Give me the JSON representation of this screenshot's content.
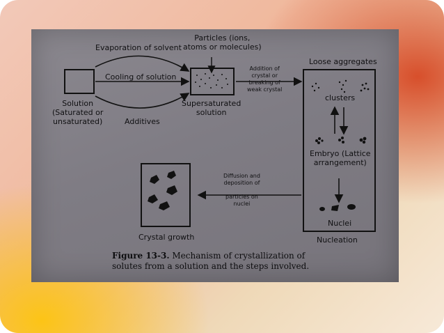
{
  "labels": {
    "evaporation": "Evaporation of solvent",
    "particles": "Particles (ions,\natoms or molecules)",
    "loose_aggregates": "Loose aggregates",
    "cooling": "Cooling of solution",
    "addition": "Addition of\ncrystal or\nbreaking of\nweak crystal",
    "solution": "Solution\n(Saturated or\nunsaturated)",
    "supersaturated": "Supersaturated\nsolution",
    "additives": "Additives",
    "clusters": "clusters",
    "embryo": "Embryo (Lattice\narrangement)",
    "diffusion": "Diffusion and\ndeposition of\n\nparticles on\nnuclei",
    "nuclei": "Nuclei",
    "crystal_growth": "Crystal growth",
    "nucleation": "Nucleation"
  },
  "caption": {
    "figure_label": "Figure 13-3.",
    "text": "Mechanism of crystallization of solutes from a solution and the steps involved."
  }
}
